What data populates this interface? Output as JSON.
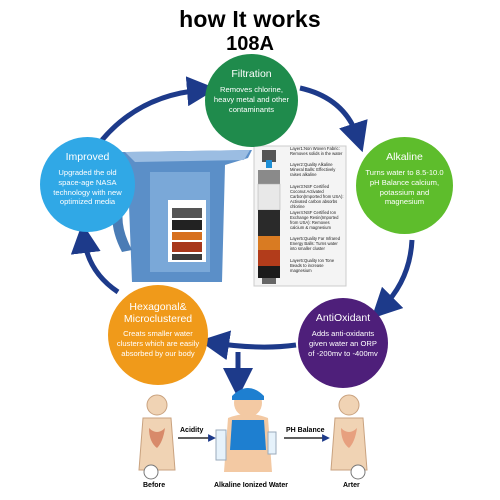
{
  "title": "how It works",
  "model": "108A",
  "circles": {
    "filtration": {
      "heading": "Filtration",
      "text": "Removes chlorine, heavy metal and other contaminants",
      "color": "#1f8b4c"
    },
    "alkaline": {
      "heading": "Alkaline",
      "text": "Turns water to 8.5-10.0 pH Balance calcium, potassium and magnesium",
      "color": "#5ebd2c"
    },
    "antioxidant": {
      "heading": "AntiOxidant",
      "text": "Adds anti-oxidants given water an ORP of -200mv to -400mv",
      "color": "#4e1f7a"
    },
    "hexagonal": {
      "heading": "Hexagonal& Microclustered",
      "text": "Creats smaller water clusters which are easily absorbed by our body",
      "color": "#f09a1a"
    },
    "improved": {
      "heading": "Improved",
      "text": "Upgraded the old space-age NASA technology with new optimized media",
      "color": "#30a8e6"
    }
  },
  "filter_layers": [
    "Layer1:Non Woven Fabric: Removes solids in the water",
    "Layer2:Quality Alkaline Mineral Balls: Effectively raises alkaline",
    "Layer3:NSF Certified Coconut Activated Carbon(Imported from USA): Activated carbon absorbs chlorine",
    "Layer4:NSF Certified Ion Exchange Resin(Imported from USA): Removes calcium & magnesium",
    "Layer5:Quality Far Infrared Energy Balls: Turns water into smaller cluster",
    "Layer6:Quality Ion Tone Beads to increase magnesium"
  ],
  "bottom": {
    "acidity": "Acidity",
    "ph_balance": "PH Balance",
    "before": "Before",
    "after": "Arter",
    "center": "Alkaline Ionized Water"
  },
  "colors": {
    "arrow": "#1d3a8a",
    "pitcher": "#5b8fc8"
  }
}
